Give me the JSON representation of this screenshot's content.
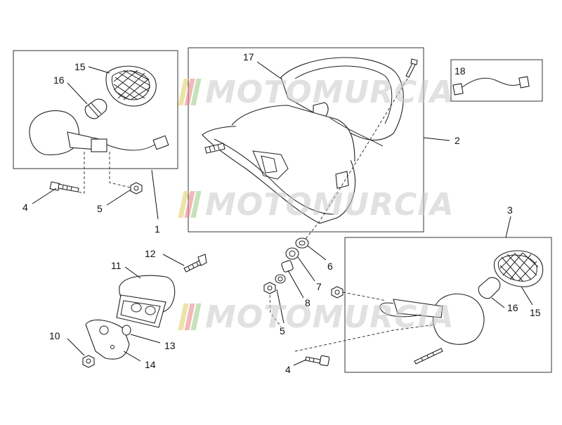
{
  "watermark": {
    "text": "MOTOMURCIA",
    "stripe_colors": [
      "#e0d06a",
      "#e98a8a",
      "#9fcf8f"
    ]
  },
  "labels": {
    "l1": "1",
    "l2": "2",
    "l3": "3",
    "l4a": "4",
    "l4b": "4",
    "l5": "5",
    "l5b": "5",
    "l6": "6",
    "l7": "7",
    "l8": "8",
    "l10": "10",
    "l11": "11",
    "l12": "12",
    "l13": "13",
    "l14": "14",
    "l15a": "15",
    "l15b": "15",
    "l16a": "16",
    "l16b": "16",
    "l17": "17",
    "l18": "18"
  }
}
